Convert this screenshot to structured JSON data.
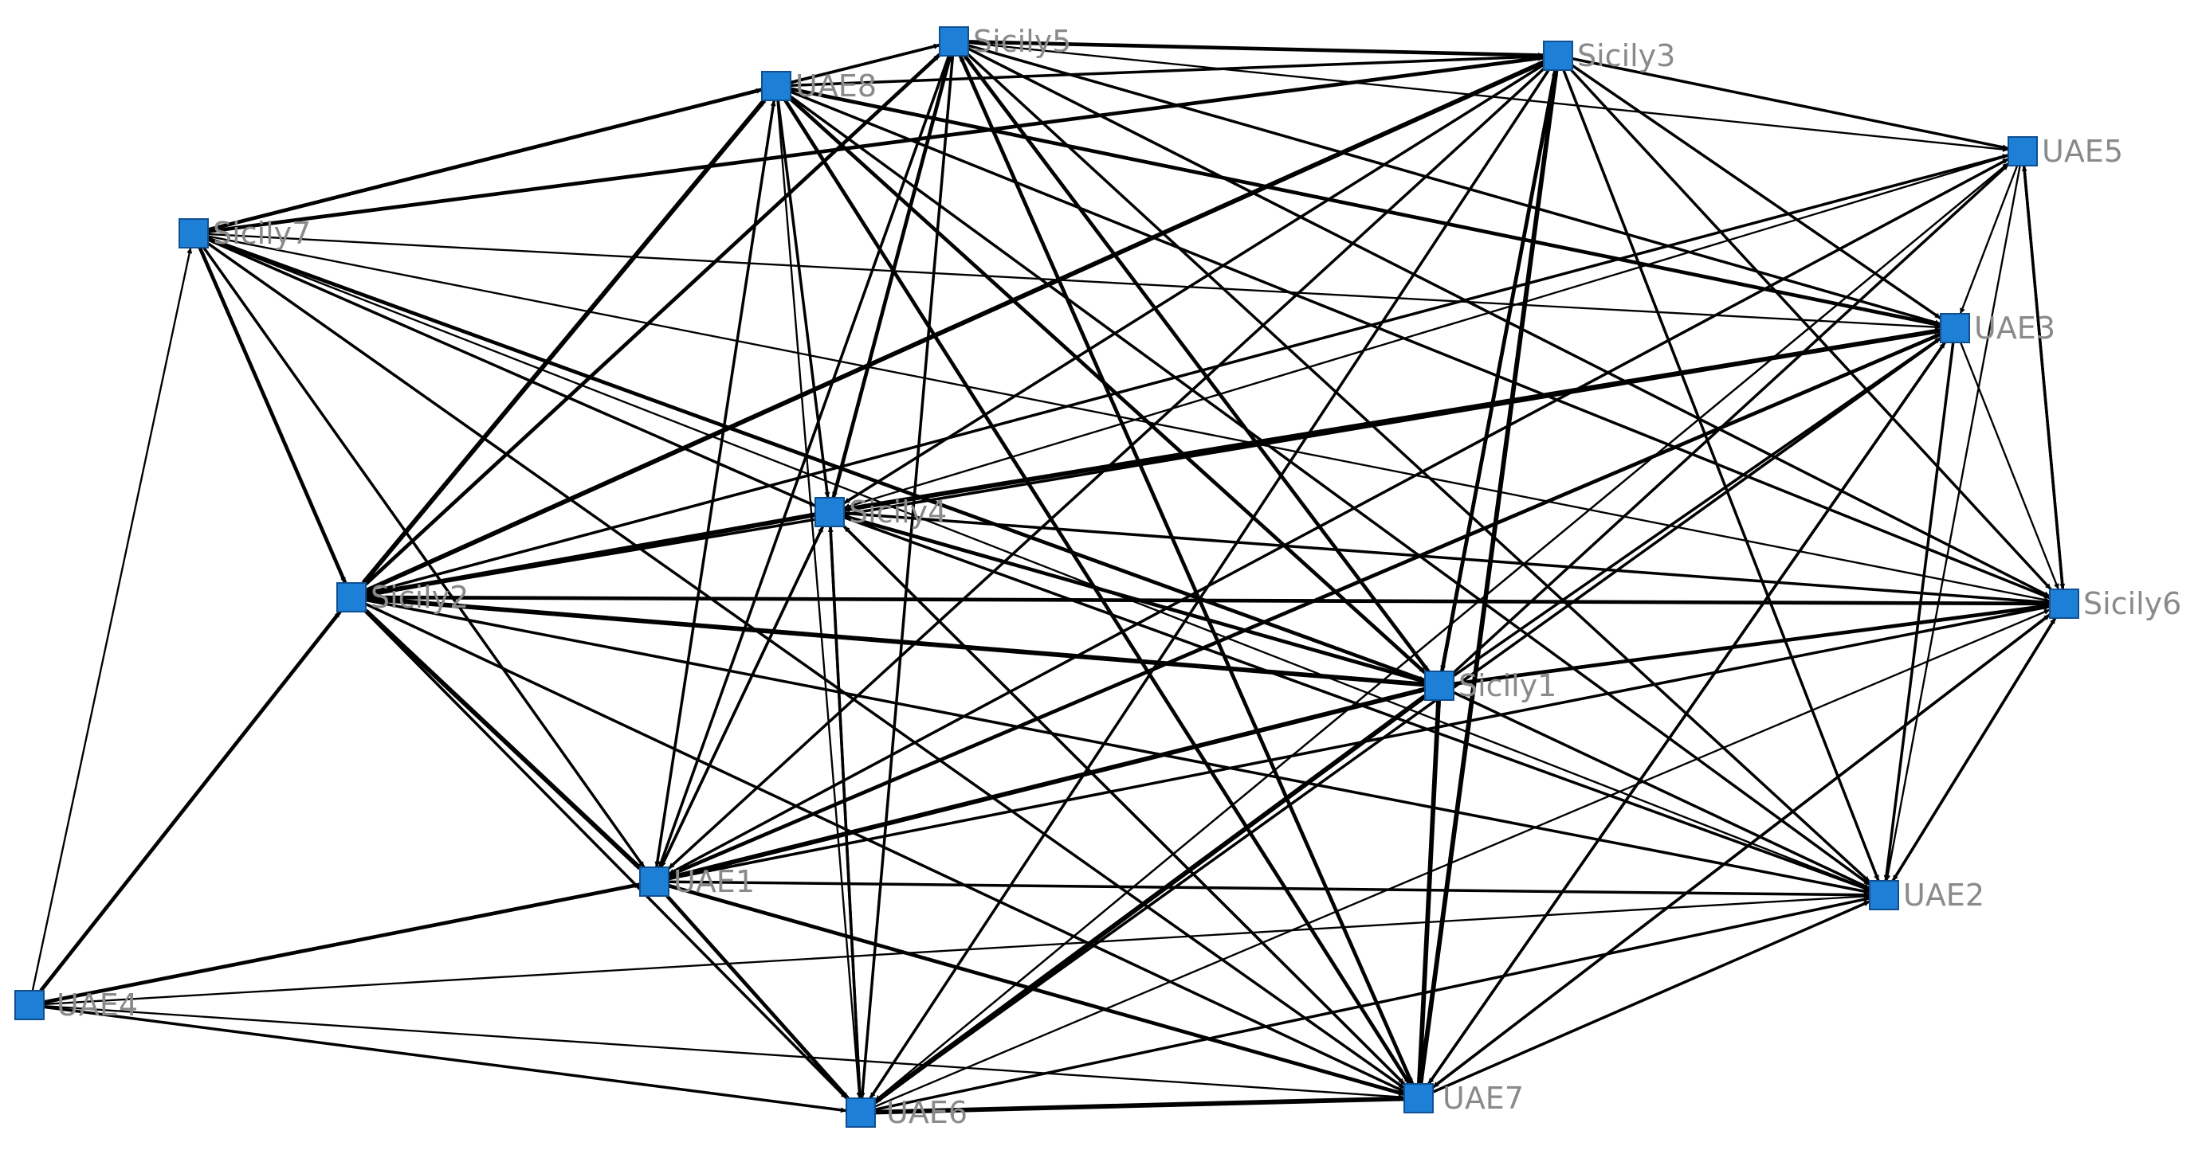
{
  "colors": {
    "node": "#1E7FD6",
    "node_border": "#0F4F92",
    "label": "#8A8A8A",
    "edge": "#000000"
  },
  "nodes": [
    {
      "id": "Sicily5",
      "label": "Sicily5"
    },
    {
      "id": "Sicily3",
      "label": "Sicily3"
    },
    {
      "id": "UAE8",
      "label": "UAE8"
    },
    {
      "id": "UAE5",
      "label": "UAE5"
    },
    {
      "id": "Sicily7",
      "label": "Sicily7"
    },
    {
      "id": "UAE3",
      "label": "UAE3"
    },
    {
      "id": "Sicily4",
      "label": "Sicily4"
    },
    {
      "id": "Sicily2",
      "label": "Sicily2"
    },
    {
      "id": "Sicily6",
      "label": "Sicily6"
    },
    {
      "id": "Sicily1",
      "label": "Sicily1"
    },
    {
      "id": "UAE1",
      "label": "UAE1"
    },
    {
      "id": "UAE2",
      "label": "UAE2"
    },
    {
      "id": "UAE4",
      "label": "UAE4"
    },
    {
      "id": "UAE6",
      "label": "UAE6"
    },
    {
      "id": "UAE7",
      "label": "UAE7"
    }
  ],
  "edges": [
    {
      "from": "UAE8",
      "to": "Sicily5",
      "w": 2
    },
    {
      "from": "Sicily5",
      "to": "Sicily3",
      "w": 3
    },
    {
      "from": "UAE8",
      "to": "Sicily3",
      "w": 2
    },
    {
      "from": "Sicily5",
      "to": "UAE5",
      "w": 1
    },
    {
      "from": "Sicily3",
      "to": "UAE5",
      "w": 2
    },
    {
      "from": "Sicily7",
      "to": "UAE8",
      "w": 3
    },
    {
      "from": "Sicily7",
      "to": "Sicily5",
      "w": 2
    },
    {
      "from": "Sicily7",
      "to": "Sicily3",
      "w": 3
    },
    {
      "from": "Sicily7",
      "to": "Sicily2",
      "w": 3
    },
    {
      "from": "Sicily7",
      "to": "Sicily4",
      "w": 2
    },
    {
      "from": "Sicily7",
      "to": "UAE3",
      "w": 1
    },
    {
      "from": "Sicily7",
      "to": "Sicily6",
      "w": 1
    },
    {
      "from": "Sicily7",
      "to": "Sicily1",
      "w": 3
    },
    {
      "from": "Sicily7",
      "to": "UAE1",
      "w": 2
    },
    {
      "from": "Sicily7",
      "to": "UAE2",
      "w": 1
    },
    {
      "from": "Sicily7",
      "to": "UAE7",
      "w": 2
    },
    {
      "from": "UAE4",
      "to": "Sicily7",
      "w": 1
    },
    {
      "from": "UAE8",
      "to": "UAE3",
      "w": 3
    },
    {
      "from": "UAE8",
      "to": "Sicily6",
      "w": 2
    },
    {
      "from": "UAE8",
      "to": "Sicily1",
      "w": 3
    },
    {
      "from": "UAE8",
      "to": "Sicily4",
      "w": 2
    },
    {
      "from": "UAE8",
      "to": "UAE1",
      "w": 1
    },
    {
      "from": "UAE8",
      "to": "UAE6",
      "w": 1
    },
    {
      "from": "UAE8",
      "to": "UAE7",
      "w": 3
    },
    {
      "from": "UAE8",
      "to": "UAE2",
      "w": 2
    },
    {
      "from": "Sicily2",
      "to": "UAE8",
      "w": 4
    },
    {
      "from": "Sicily2",
      "to": "Sicily5",
      "w": 3
    },
    {
      "from": "Sicily2",
      "to": "Sicily3",
      "w": 4
    },
    {
      "from": "Sicily2",
      "to": "Sicily4",
      "w": 4
    },
    {
      "from": "Sicily2",
      "to": "UAE5",
      "w": 2
    },
    {
      "from": "Sicily2",
      "to": "UAE3",
      "w": 2
    },
    {
      "from": "Sicily2",
      "to": "Sicily6",
      "w": 3
    },
    {
      "from": "Sicily2",
      "to": "Sicily1",
      "w": 4
    },
    {
      "from": "Sicily2",
      "to": "UAE1",
      "w": 4
    },
    {
      "from": "Sicily2",
      "to": "UAE6",
      "w": 2
    },
    {
      "from": "Sicily2",
      "to": "UAE7",
      "w": 2
    },
    {
      "from": "Sicily2",
      "to": "UAE2",
      "w": 2
    },
    {
      "from": "UAE4",
      "to": "Sicily2",
      "w": 3
    },
    {
      "from": "Sicily5",
      "to": "Sicily4",
      "w": 3
    },
    {
      "from": "Sicily5",
      "to": "UAE3",
      "w": 2
    },
    {
      "from": "Sicily5",
      "to": "Sicily6",
      "w": 2
    },
    {
      "from": "Sicily5",
      "to": "Sicily1",
      "w": 3
    },
    {
      "from": "Sicily5",
      "to": "UAE1",
      "w": 2
    },
    {
      "from": "Sicily5",
      "to": "UAE6",
      "w": 2
    },
    {
      "from": "Sicily5",
      "to": "UAE7",
      "w": 3
    },
    {
      "from": "Sicily5",
      "to": "UAE2",
      "w": 2
    },
    {
      "from": "Sicily3",
      "to": "UAE3",
      "w": 2
    },
    {
      "from": "Sicily3",
      "to": "Sicily6",
      "w": 2
    },
    {
      "from": "Sicily3",
      "to": "UAE2",
      "w": 2
    },
    {
      "from": "Sicily3",
      "to": "UAE7",
      "w": 4
    },
    {
      "from": "Sicily3",
      "to": "Sicily1",
      "w": 3
    },
    {
      "from": "Sicily3",
      "to": "Sicily4",
      "w": 2
    },
    {
      "from": "Sicily3",
      "to": "UAE1",
      "w": 2
    },
    {
      "from": "Sicily3",
      "to": "UAE6",
      "w": 2
    },
    {
      "from": "UAE5",
      "to": "UAE3",
      "w": 1
    },
    {
      "from": "UAE5",
      "to": "Sicily6",
      "w": 2
    },
    {
      "from": "UAE5",
      "to": "UAE2",
      "w": 1
    },
    {
      "from": "UAE5",
      "to": "Sicily4",
      "w": 1
    },
    {
      "from": "UAE5",
      "to": "UAE1",
      "w": 1
    },
    {
      "from": "UAE5",
      "to": "UAE6",
      "w": 1
    },
    {
      "from": "UAE3",
      "to": "UAE2",
      "w": 2
    },
    {
      "from": "UAE3",
      "to": "Sicily6",
      "w": 1
    },
    {
      "from": "UAE3",
      "to": "UAE6",
      "w": 2
    },
    {
      "from": "UAE3",
      "to": "UAE7",
      "w": 2
    },
    {
      "from": "Sicily4",
      "to": "UAE3",
      "w": 4
    },
    {
      "from": "Sicily4",
      "to": "Sicily6",
      "w": 2
    },
    {
      "from": "Sicily4",
      "to": "Sicily1",
      "w": 3
    },
    {
      "from": "Sicily4",
      "to": "UAE2",
      "w": 2
    },
    {
      "from": "Sicily4",
      "to": "UAE7",
      "w": 2
    },
    {
      "from": "Sicily4",
      "to": "UAE6",
      "w": 2
    },
    {
      "from": "Sicily4",
      "to": "UAE1",
      "w": 2
    },
    {
      "from": "Sicily4",
      "to": "Sicily5",
      "w": 2
    },
    {
      "from": "Sicily1",
      "to": "Sicily6",
      "w": 3
    },
    {
      "from": "Sicily1",
      "to": "UAE3",
      "w": 2
    },
    {
      "from": "Sicily1",
      "to": "UAE5",
      "w": 2
    },
    {
      "from": "Sicily1",
      "to": "UAE2",
      "w": 2
    },
    {
      "from": "Sicily1",
      "to": "UAE7",
      "w": 4
    },
    {
      "from": "Sicily1",
      "to": "UAE6",
      "w": 4
    },
    {
      "from": "Sicily1",
      "to": "UAE1",
      "w": 3
    },
    {
      "from": "Sicily1",
      "to": "Sicily3",
      "w": 3
    },
    {
      "from": "UAE1",
      "to": "Sicily1",
      "w": 4
    },
    {
      "from": "UAE1",
      "to": "UAE3",
      "w": 3
    },
    {
      "from": "UAE1",
      "to": "UAE5",
      "w": 2
    },
    {
      "from": "UAE1",
      "to": "Sicily6",
      "w": 2
    },
    {
      "from": "UAE1",
      "to": "UAE2",
      "w": 2
    },
    {
      "from": "UAE1",
      "to": "UAE7",
      "w": 3
    },
    {
      "from": "UAE1",
      "to": "UAE6",
      "w": 3
    },
    {
      "from": "UAE1",
      "to": "Sicily4",
      "w": 2
    },
    {
      "from": "UAE1",
      "to": "UAE8",
      "w": 2
    },
    {
      "from": "UAE4",
      "to": "UAE1",
      "w": 3
    },
    {
      "from": "UAE4",
      "to": "UAE6",
      "w": 2
    },
    {
      "from": "UAE4",
      "to": "UAE7",
      "w": 1
    },
    {
      "from": "UAE4",
      "to": "UAE2",
      "w": 1
    },
    {
      "from": "UAE6",
      "to": "UAE7",
      "w": 4
    },
    {
      "from": "UAE6",
      "to": "UAE2",
      "w": 2
    },
    {
      "from": "UAE6",
      "to": "Sicily6",
      "w": 1
    },
    {
      "from": "UAE6",
      "to": "Sicily1",
      "w": 4
    },
    {
      "from": "UAE6",
      "to": "Sicily4",
      "w": 2
    },
    {
      "from": "UAE6",
      "to": "UAE5",
      "w": 1
    },
    {
      "from": "UAE7",
      "to": "UAE2",
      "w": 2
    },
    {
      "from": "UAE7",
      "to": "Sicily6",
      "w": 2
    },
    {
      "from": "UAE7",
      "to": "UAE3",
      "w": 2
    },
    {
      "from": "UAE7",
      "to": "Sicily1",
      "w": 3
    },
    {
      "from": "UAE7",
      "to": "Sicily3",
      "w": 3
    },
    {
      "from": "UAE7",
      "to": "Sicily5",
      "w": 2
    },
    {
      "from": "UAE7",
      "to": "Sicily4",
      "w": 2
    },
    {
      "from": "UAE2",
      "to": "Sicily6",
      "w": 2
    },
    {
      "from": "Sicily6",
      "to": "UAE2",
      "w": 2
    },
    {
      "from": "Sicily6",
      "to": "UAE5",
      "w": 2
    },
    {
      "from": "Sicily6",
      "to": "UAE7",
      "w": 2
    },
    {
      "from": "Sicily6",
      "to": "Sicily4",
      "w": 1
    }
  ]
}
